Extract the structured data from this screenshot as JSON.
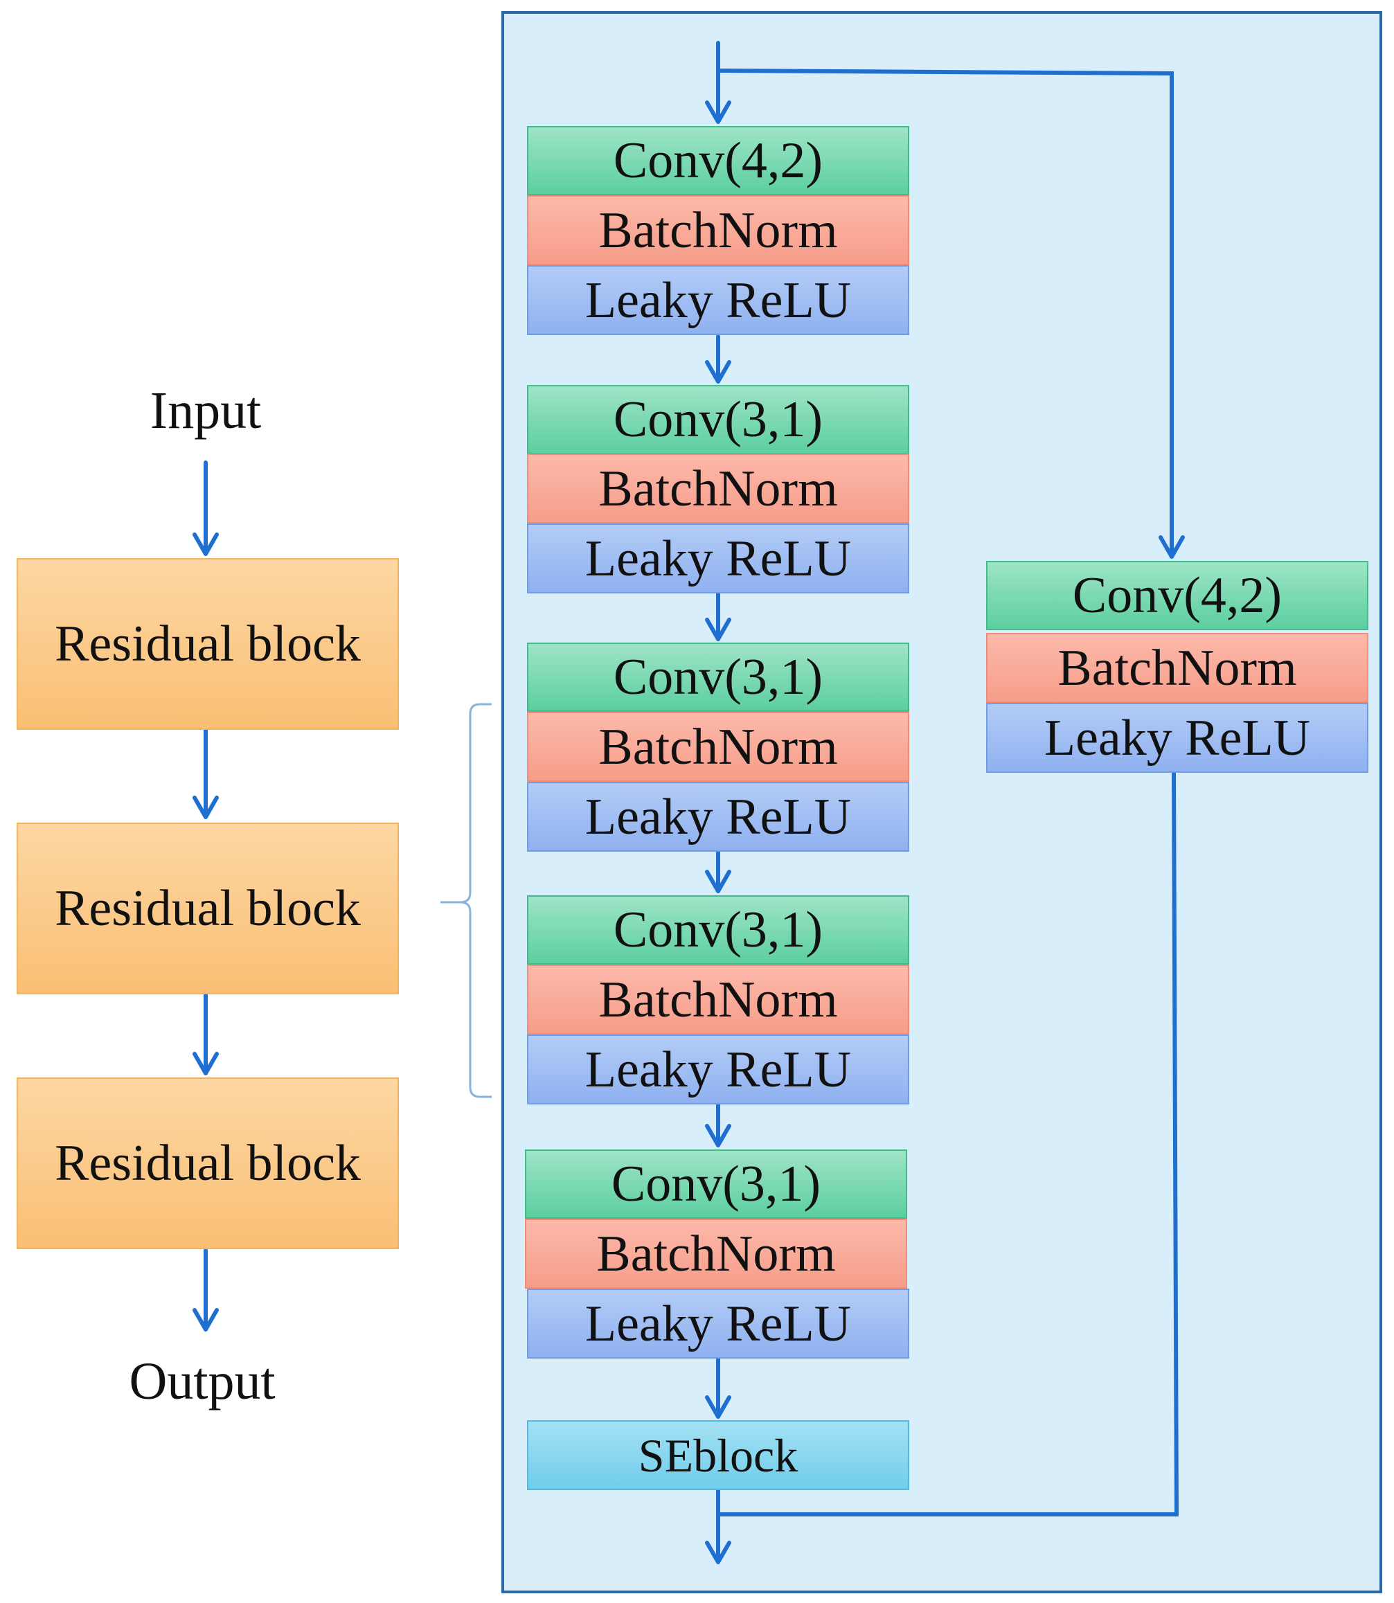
{
  "left_flow": {
    "input_label": "Input",
    "output_label": "Output",
    "blocks": [
      "Residual block",
      "Residual block",
      "Residual block"
    ]
  },
  "residual_block_detail": {
    "main_path": [
      {
        "conv": "Conv(4,2)",
        "norm": "BatchNorm",
        "act": "Leaky ReLU"
      },
      {
        "conv": "Conv(3,1)",
        "norm": "BatchNorm",
        "act": "Leaky ReLU"
      },
      {
        "conv": "Conv(3,1)",
        "norm": "BatchNorm",
        "act": "Leaky ReLU"
      },
      {
        "conv": "Conv(3,1)",
        "norm": "BatchNorm",
        "act": "Leaky ReLU"
      },
      {
        "conv": "Conv(3,1)",
        "norm": "BatchNorm",
        "act": "Leaky ReLU"
      }
    ],
    "se_block": "SEblock",
    "shortcut": {
      "conv": "Conv(4,2)",
      "norm": "BatchNorm",
      "act": "Leaky ReLU"
    }
  },
  "colors": {
    "arrow": "#1f6fd1",
    "brace": "#8ab3dc",
    "panel_fill": "#d9eefb",
    "panel_border": "#2a6aa8",
    "residual_fill": "#f9c47e",
    "conv_fill": "#6fd5a8",
    "batchnorm_fill": "#f9a796",
    "leaky_relu_fill": "#9fbdf3",
    "seblock_fill": "#7fd2ee"
  }
}
